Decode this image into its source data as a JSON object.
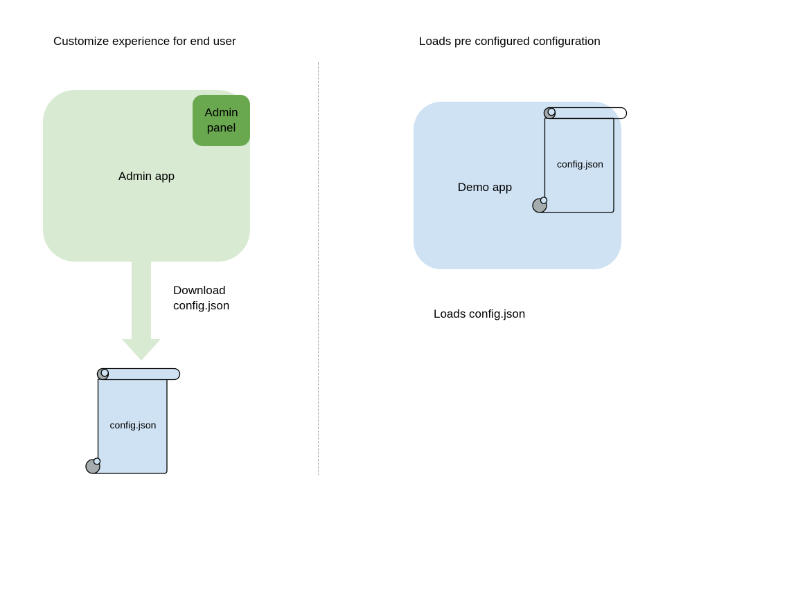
{
  "colors": {
    "light_green": "#d9ead3",
    "green": "#6aa84f",
    "light_blue": "#cfe2f3",
    "curl_gray": "#a5acae",
    "stroke": "#000000",
    "divider_gray": "#8f8f8f",
    "text": "#000000",
    "background": "#ffffff"
  },
  "left": {
    "title": "Customize experience for end user",
    "admin_app_label": "Admin app",
    "admin_panel_label": "Admin panel",
    "arrow_label_line1": "Download",
    "arrow_label_line2": "config.json",
    "scroll_label": "config.json"
  },
  "right": {
    "title": "Loads pre configured configuration",
    "demo_app_label": "Demo app",
    "scroll_label": "config.json",
    "caption": "Loads config.json"
  }
}
